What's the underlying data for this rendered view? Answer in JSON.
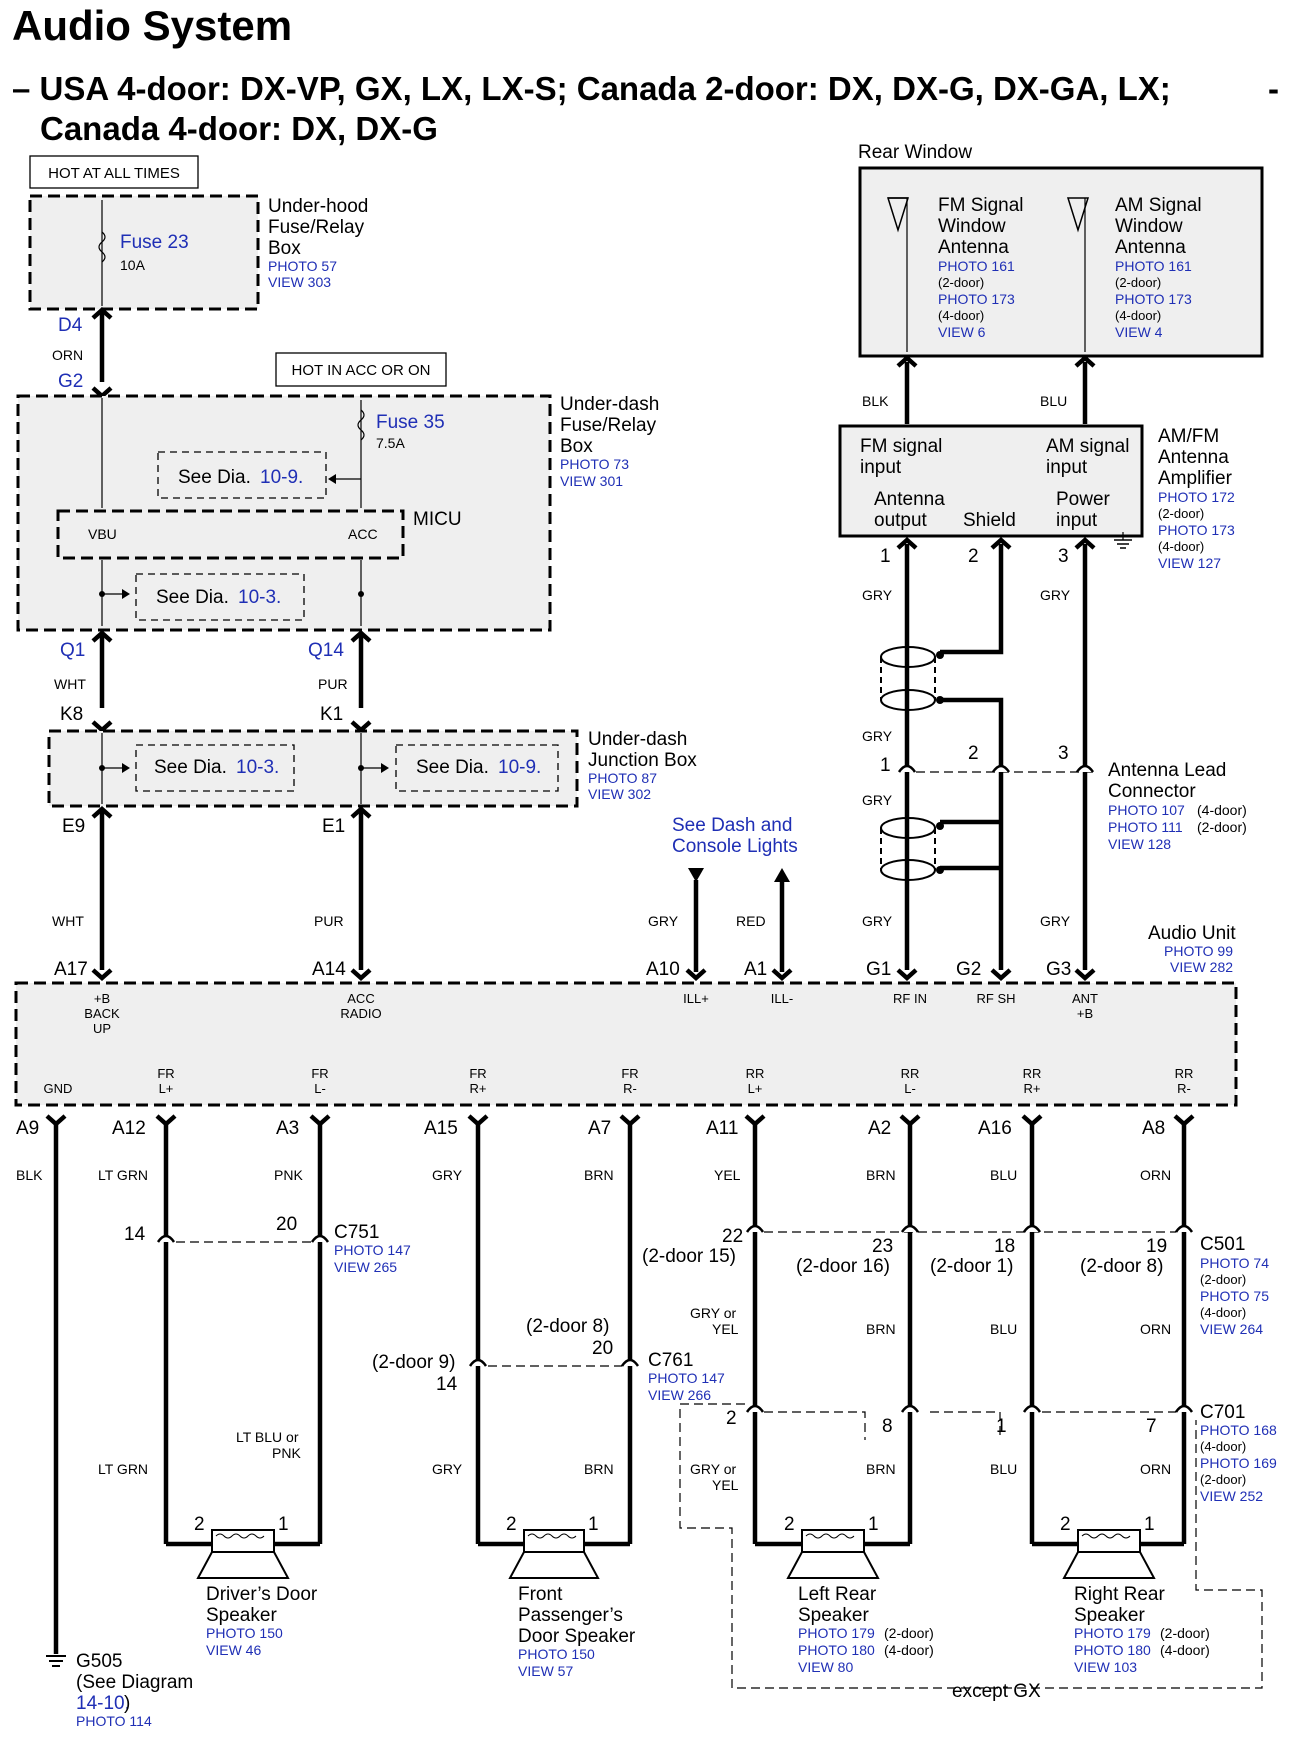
{
  "title": "Audio System",
  "subtitle_line1": "– USA 4-door: DX-VP, GX, LX, LX-S; Canada 2-door: DX, DX-G, DX-GA, LX;",
  "subtitle_dash": "-",
  "subtitle_line2": "Canada 4-door: DX, DX-G",
  "left": {
    "hot_at_all_times": "HOT AT ALL TIMES",
    "fuse23": {
      "name": "Fuse 23",
      "rating": "10A"
    },
    "under_hood": {
      "l1": "Under-hood",
      "l2": "Fuse/Relay",
      "l3": "Box",
      "photo": "PHOTO 57",
      "view": "VIEW 303"
    },
    "d4": "D4",
    "orn": "ORN",
    "g2": "G2",
    "hot_in_acc": "HOT IN ACC OR ON",
    "under_dash": {
      "l1": "Under-dash",
      "l2": "Fuse/Relay",
      "l3": "Box",
      "photo": "PHOTO 73",
      "view": "VIEW 301"
    },
    "fuse35": {
      "name": "Fuse 35",
      "rating": "7.5A"
    },
    "see_a": {
      "label": "See Dia.",
      "ref": "10-9."
    },
    "micu": "MICU",
    "vbu": "VBU",
    "acc": "ACC",
    "see_b": {
      "label": "See Dia.",
      "ref": "10-3."
    },
    "q1": "Q1",
    "q14": "Q14",
    "wht1": "WHT",
    "pur1": "PUR",
    "k8": "K8",
    "k1": "K1",
    "junction": {
      "l1": "Under-dash",
      "l2": "Junction Box",
      "photo": "PHOTO 87",
      "view": "VIEW 302"
    },
    "see_c": {
      "label": "See Dia.",
      "ref": "10-3."
    },
    "see_d": {
      "label": "See Dia.",
      "ref": "10-9."
    },
    "e9": "E9",
    "e1": "E1",
    "wht2": "WHT",
    "pur2": "PUR"
  },
  "dash": {
    "l1": "See Dash and",
    "l2": "Console Lights",
    "gry": "GRY",
    "red": "RED"
  },
  "rear": {
    "title": "Rear Window",
    "fm": {
      "l1": "FM Signal",
      "l2": "Window",
      "l3": "Antenna",
      "p1": "PHOTO 161",
      "p1n": "(2-door)",
      "p2": "PHOTO 173",
      "p2n": "(4-door)",
      "view": "VIEW 6"
    },
    "am": {
      "l1": "AM Signal",
      "l2": "Window",
      "l3": "Antenna",
      "p1": "PHOTO 161",
      "p1n": "(2-door)",
      "p2": "PHOTO 173",
      "p2n": "(4-door)",
      "view": "VIEW 4"
    },
    "blk": "BLK",
    "blu": "BLU"
  },
  "amp": {
    "fm_in": {
      "l1": "FM signal",
      "l2": "input"
    },
    "am_in": {
      "l1": "AM signal",
      "l2": "input"
    },
    "ant_out": {
      "l1": "Antenna",
      "l2": "output"
    },
    "shield": "Shield",
    "pwr_in": {
      "l1": "Power",
      "l2": "input"
    },
    "l1": "AM/FM",
    "l2": "Antenna",
    "l3": "Amplifier",
    "p1": "PHOTO 172",
    "p1n": "(2-door)",
    "p2": "PHOTO 173",
    "p2n": "(4-door)",
    "view": "VIEW 127",
    "pin1": "1",
    "pin2": "2",
    "pin3": "3"
  },
  "ant": {
    "gry1": "GRY",
    "gry2": "GRY",
    "gry3": "GRY",
    "gry4": "GRY",
    "gry5": "GRY",
    "gry6": "GRY",
    "pin1": "1",
    "pin2": "2",
    "pin3": "3",
    "conn": {
      "l1": "Antenna Lead",
      "l2": "Connector",
      "p1": "PHOTO 107",
      "p1n": "(4-door)",
      "p2": "PHOTO 111",
      "p2n": "(2-door)",
      "view": "VIEW 128"
    }
  },
  "unit": {
    "title": "Audio Unit",
    "photo": "PHOTO 99",
    "view": "VIEW 282",
    "top": {
      "a17": "A17",
      "a14": "A14",
      "a10": "A10",
      "a1": "A1",
      "g1": "G1",
      "g2": "G2",
      "g3": "G3"
    },
    "pins": {
      "backup": {
        "l1": "+B",
        "l2": "BACK",
        "l3": "UP"
      },
      "acc": {
        "l1": "ACC",
        "l2": "RADIO"
      },
      "ill_pos": "ILL+",
      "ill_neg": "ILL-",
      "rf_in": "RF IN",
      "rf_sh": "RF SH",
      "ant": {
        "l1": "ANT",
        "l2": "+B"
      },
      "gnd": "GND",
      "frl_pos": {
        "l1": "FR",
        "l2": "L+"
      },
      "frl_neg": {
        "l1": "FR",
        "l2": "L-"
      },
      "frr_pos": {
        "l1": "FR",
        "l2": "R+"
      },
      "frr_neg": {
        "l1": "FR",
        "l2": "R-"
      },
      "rrl_pos": {
        "l1": "RR",
        "l2": "L+"
      },
      "rrl_neg": {
        "l1": "RR",
        "l2": "L-"
      },
      "rrr_pos": {
        "l1": "RR",
        "l2": "R+"
      },
      "rrr_neg": {
        "l1": "RR",
        "l2": "R-"
      }
    },
    "bottom": {
      "a9": "A9",
      "a12": "A12",
      "a3": "A3",
      "a15": "A15",
      "a7": "A7",
      "a11": "A11",
      "a2": "A2",
      "a16": "A16",
      "a8": "A8"
    }
  },
  "wires": {
    "blk": "BLK",
    "lt_grn1": "LT GRN",
    "pnk": "PNK",
    "gry1": "GRY",
    "brn1": "BRN",
    "yel": "YEL",
    "brn3": "BRN",
    "blu1": "BLU",
    "orn1": "ORN",
    "lt_blu": {
      "l1": "LT BLU or",
      "l2": "PNK"
    },
    "lt_grn2": "LT GRN",
    "gry2": "GRY",
    "brn2": "BRN",
    "gry_yel1": {
      "l1": "GRY or",
      "l2": "YEL"
    },
    "brn4": "BRN",
    "blu2": "BLU",
    "orn2": "ORN",
    "gry_yel2": {
      "l1": "GRY or",
      "l2": "YEL"
    },
    "brn5": "BRN",
    "blu3": "BLU",
    "orn3": "ORN"
  },
  "c751": {
    "pin14": "14",
    "pin20": "20",
    "name": "C751",
    "photo": "PHOTO 147",
    "view": "VIEW 265"
  },
  "c761": {
    "left_note": "(2-door 9)",
    "pin14": "14",
    "right_note": "(2-door 8)",
    "pin20": "20",
    "name": "C761",
    "photo": "PHOTO 147",
    "view": "VIEW 266"
  },
  "c501": {
    "p22": "22",
    "n22": "(2-door 15)",
    "p23": "23",
    "n23": "(2-door 16)",
    "p18": "18",
    "n18": "(2-door 1)",
    "p19": "19",
    "n19": "(2-door 8)",
    "name": "C501",
    "p1": "PHOTO 74",
    "p1n": "(2-door)",
    "p2": "PHOTO 75",
    "p2n": "(4-door)",
    "view": "VIEW 264"
  },
  "c701": {
    "p2": "2",
    "p8": "8",
    "p1": "1",
    "p7": "7",
    "name": "C701",
    "p1_photo": "PHOTO 168",
    "p1n": "(4-door)",
    "p2_photo": "PHOTO 169",
    "p2n": "(2-door)",
    "view": "VIEW 252"
  },
  "except_gx": "except GX",
  "ground": {
    "name": "G505",
    "l2": "(See Diagram",
    "ref": "14-10.",
    "ref_tail": ")",
    "photo": "PHOTO 114"
  },
  "speakers": {
    "driver": {
      "pin2": "2",
      "pin1": "1",
      "l1": "Driver’s Door",
      "l2": "Speaker",
      "photo": "PHOTO 150",
      "view": "VIEW 46"
    },
    "front": {
      "pin2": "2",
      "pin1": "1",
      "l1": "Front",
      "l2": "Passenger’s",
      "l3": "Door Speaker",
      "photo": "PHOTO 150",
      "view": "VIEW 57"
    },
    "left_rear": {
      "pin2": "2",
      "pin1": "1",
      "l1": "Left Rear",
      "l2": "Speaker",
      "p1": "PHOTO 179",
      "p1n": "(2-door)",
      "p2": "PHOTO 180",
      "p2n": "(4-door)",
      "view": "VIEW 80"
    },
    "right_rear": {
      "pin2": "2",
      "pin1": "1",
      "l1": "Right Rear",
      "l2": "Speaker",
      "p1": "PHOTO 179",
      "p1n": "(2-door)",
      "p2": "PHOTO 180",
      "p2n": "(4-door)",
      "view": "VIEW 103"
    }
  },
  "colors": {
    "link": "#1f2fb5",
    "box_fill": "#efefef",
    "line": "#000000"
  }
}
